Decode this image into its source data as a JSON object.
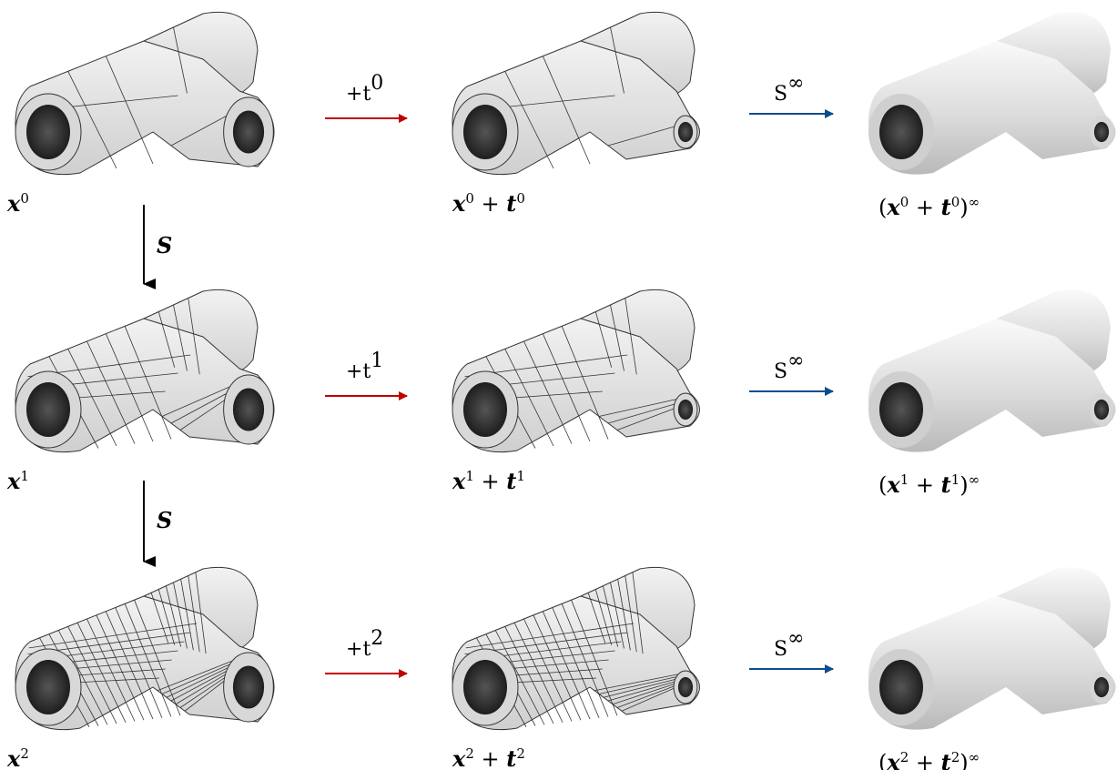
{
  "rows": [
    {
      "level": "0",
      "base_label": {
        "var": "x",
        "sup": "0"
      },
      "step_label": {
        "plus": "+",
        "var": "t",
        "sup": "0"
      },
      "mid_label": {
        "a": "x",
        "asup": "0",
        "op": "+",
        "b": "t",
        "bsup": "0"
      },
      "limit_label": {
        "open": "(",
        "a": "x",
        "asup": "0",
        "op": "+",
        "b": "t",
        "bsup": "0",
        "close": ")",
        "sup": "∞"
      }
    },
    {
      "level": "1",
      "base_label": {
        "var": "x",
        "sup": "1"
      },
      "step_label": {
        "plus": "+",
        "var": "t",
        "sup": "1"
      },
      "mid_label": {
        "a": "x",
        "asup": "1",
        "op": "+",
        "b": "t",
        "bsup": "1"
      },
      "limit_label": {
        "open": "(",
        "a": "x",
        "asup": "1",
        "op": "+",
        "b": "t",
        "bsup": "1",
        "close": ")",
        "sup": "∞"
      }
    },
    {
      "level": "2",
      "base_label": {
        "var": "x",
        "sup": "2"
      },
      "step_label": {
        "plus": "+",
        "var": "t",
        "sup": "2"
      },
      "mid_label": {
        "a": "x",
        "asup": "2",
        "op": "+",
        "b": "t",
        "bsup": "2"
      },
      "limit_label": {
        "open": "(",
        "a": "x",
        "asup": "2",
        "op": "+",
        "b": "t",
        "bsup": "2",
        "close": ")",
        "sup": "∞"
      }
    }
  ],
  "subdivision_label": "S",
  "limit_operator": {
    "var": "S",
    "sup": "∞"
  },
  "colors": {
    "red_arrow": "#c00000",
    "blue_arrow": "#0b4d8c",
    "black_arrow": "#000000",
    "mesh_face": "#e6e6e6",
    "mesh_edge": "#333333",
    "hole": "#2a2a2a"
  },
  "icons": {
    "mesh": "t-pipe-mesh-icon",
    "smooth": "t-pipe-smooth-icon"
  }
}
